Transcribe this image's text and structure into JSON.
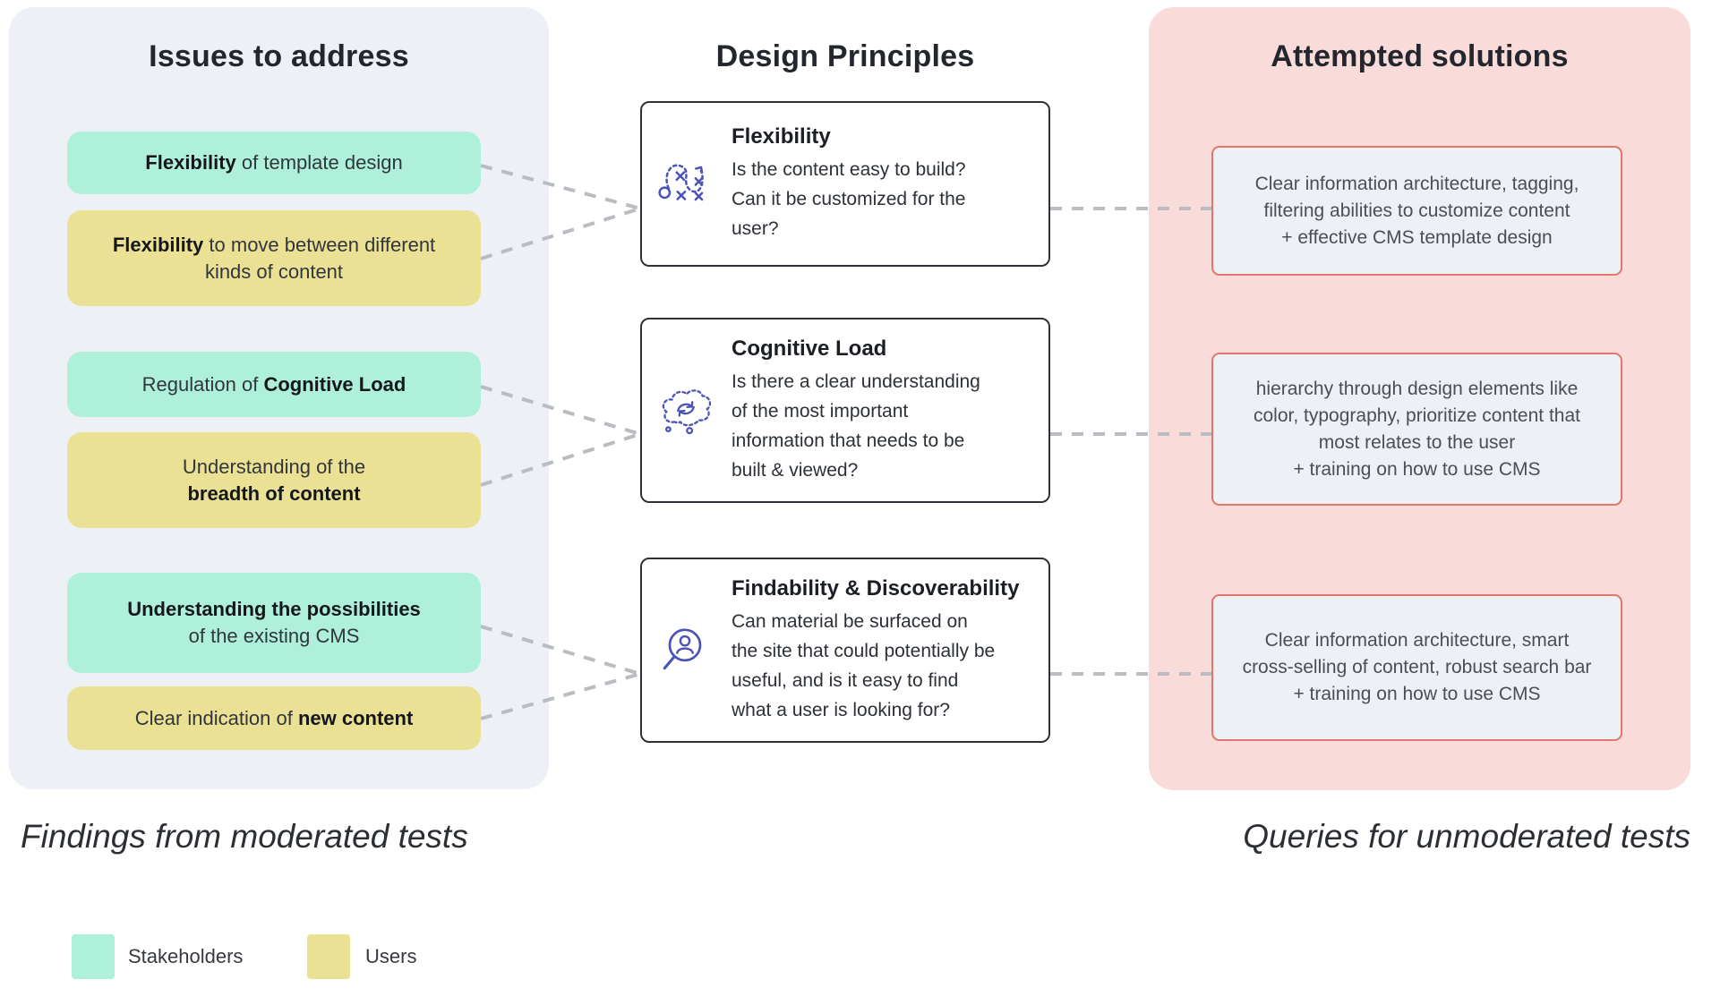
{
  "headers": {
    "issues": "Issues to address",
    "principles": "Design Principles",
    "solutions": "Attempted solutions"
  },
  "issues": {
    "items": [
      {
        "audience": "Stakeholders",
        "segments": [
          {
            "t": "Flexibility",
            "b": true
          },
          {
            "t": " of template design",
            "b": false
          }
        ]
      },
      {
        "audience": "Users",
        "segments": [
          {
            "t": "Flexibility",
            "b": true
          },
          {
            "t": " to move between different\nkinds of content",
            "b": false
          }
        ]
      },
      {
        "audience": "Stakeholders",
        "segments": [
          {
            "t": "Regulation of ",
            "b": false
          },
          {
            "t": "Cognitive Load",
            "b": true
          }
        ]
      },
      {
        "audience": "Users",
        "segments": [
          {
            "t": "Understanding of the\n",
            "b": false
          },
          {
            "t": "breadth of content",
            "b": true
          }
        ]
      },
      {
        "audience": "Stakeholders",
        "segments": [
          {
            "t": "Understanding the possibilities",
            "b": true
          },
          {
            "t": "\nof the existing CMS",
            "b": false
          }
        ]
      },
      {
        "audience": "Users",
        "segments": [
          {
            "t": "Clear indication of ",
            "b": false
          },
          {
            "t": "new content",
            "b": true
          }
        ]
      }
    ]
  },
  "principles": [
    {
      "icon": "strategy-icon",
      "title": "Flexibility",
      "body": "Is the content easy to build?\nCan it be customized for the\nuser?"
    },
    {
      "icon": "thought-cycle-icon",
      "title": "Cognitive Load",
      "body": "Is there a clear understanding\nof the most important\ninformation that needs to be\nbuilt & viewed?"
    },
    {
      "icon": "search-user-icon",
      "title": "Findability & Discoverability",
      "body": "Can material be surfaced on\nthe site that could potentially be\nuseful, and is it easy to find\nwhat a user is looking for?"
    }
  ],
  "solutions": [
    {
      "text": "Clear information architecture, tagging,\nfiltering abilities to customize content\n+ effective CMS template design"
    },
    {
      "text": "hierarchy through design elements like\ncolor, typography, prioritize content that\nmost relates to the user\n+ training on how to use CMS"
    },
    {
      "text": "Clear information architecture, smart\ncross-selling of content, robust search bar\n+ training on how to use CMS"
    }
  ],
  "captions": {
    "left": "Findings from moderated tests",
    "right": "Queries for unmoderated tests"
  },
  "legend": [
    {
      "label": "Stakeholders",
      "color": "#AEF0DA"
    },
    {
      "label": "Users",
      "color": "#EBE194"
    }
  ],
  "colors": {
    "stakeholder_box": "#AEF0DA",
    "user_box": "#EBE194",
    "left_panel": "#EDF1F6",
    "right_panel": "#F9DCD9",
    "solution_border": "#E2766B",
    "solution_fill": "#EDF1F6",
    "principle_border": "#2E3237",
    "connector": "#B9BCC0",
    "icon": "#4A52B8"
  }
}
